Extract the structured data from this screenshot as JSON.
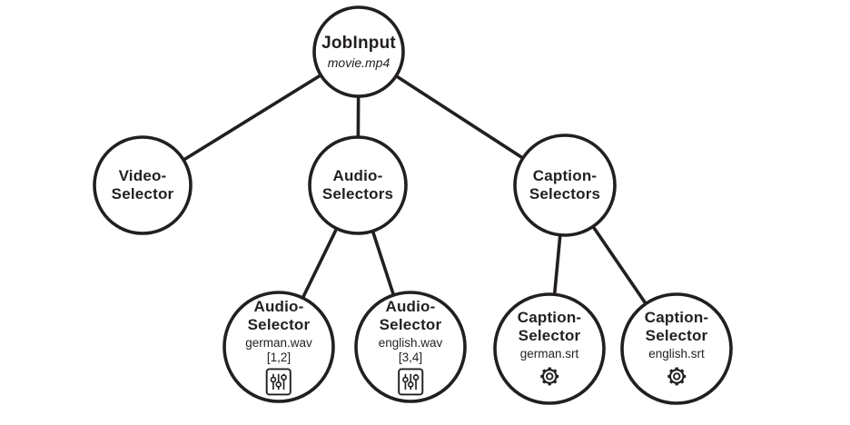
{
  "colors": {
    "stroke": "#231f20",
    "background": "#ffffff"
  },
  "nodes": [
    {
      "id": "job-input",
      "title": "JobInput",
      "subtitle": "movie.mp4"
    },
    {
      "id": "video-selector",
      "title": "Video-\nSelector"
    },
    {
      "id": "audio-selectors",
      "title": "Audio-\nSelectors"
    },
    {
      "id": "caption-selectors",
      "title": "Caption-\nSelectors"
    },
    {
      "id": "audio-selector-german",
      "title": "Audio-\nSelector",
      "file": "german.wav",
      "channels": "[1,2]",
      "icon": "sliders-icon"
    },
    {
      "id": "audio-selector-english",
      "title": "Audio-\nSelector",
      "file": "english.wav",
      "channels": "[3,4]",
      "icon": "sliders-icon"
    },
    {
      "id": "caption-selector-german",
      "title": "Caption-\nSelector",
      "file": "german.srt",
      "icon": "gear-icon"
    },
    {
      "id": "caption-selector-english",
      "title": "Caption-\nSelector",
      "file": "english.srt",
      "icon": "gear-icon"
    }
  ],
  "edges": [
    {
      "from": "job-input",
      "to": "video-selector"
    },
    {
      "from": "job-input",
      "to": "audio-selectors"
    },
    {
      "from": "job-input",
      "to": "caption-selectors"
    },
    {
      "from": "audio-selectors",
      "to": "audio-selector-german"
    },
    {
      "from": "audio-selectors",
      "to": "audio-selector-english"
    },
    {
      "from": "caption-selectors",
      "to": "caption-selector-german"
    },
    {
      "from": "caption-selectors",
      "to": "caption-selector-english"
    }
  ]
}
